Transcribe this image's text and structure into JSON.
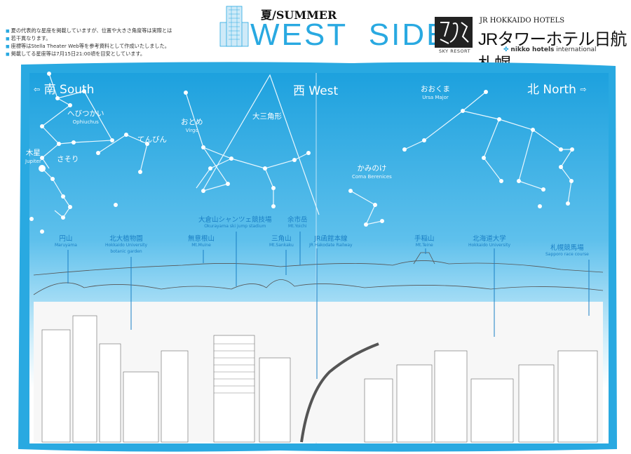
{
  "header": {
    "notes": [
      "夏の代表的な星座を掲載していますが、位置や大きさ角度等は実際とは",
      "若干異なります。",
      "座標等はStella Theater Web等を参考資料として作成いたしました。",
      "掲載してる星座等は7月15日21:00頃を目安としています。"
    ],
    "season": "夏/SUMMER",
    "title": "WEST  SIDE",
    "logo_caption": "SKY RESORT",
    "hotel_small": "JR HOKKAIDO HOTELS",
    "hotel_name": "JRタワーホテル日航札幌",
    "nikko_brand": "nikko hotels",
    "nikko_suffix": " international",
    "colors": {
      "accent": "#29a9e1",
      "landmark": "#1a7fc4"
    }
  },
  "directions": {
    "south": "南 South",
    "west": "西 West",
    "north": "北 North",
    "south_arrow": "⇦",
    "north_arrow": "⇨"
  },
  "constellations": [
    {
      "ja": "へびつかい",
      "en": "Ophiuchus"
    },
    {
      "ja": "てんびん",
      "en": ""
    },
    {
      "ja": "おとめ",
      "en": "Virgo"
    },
    {
      "ja": "大三角形",
      "en": ""
    },
    {
      "ja": "かみのけ",
      "en": "Coma Berenices"
    },
    {
      "ja": "おおくま",
      "en": "Ursa Major"
    },
    {
      "ja": "木星",
      "en": "Jupiter"
    },
    {
      "ja": "さそり",
      "en": ""
    }
  ],
  "landmarks": [
    {
      "ja": "円山",
      "en": "Maruyama",
      "en2": ""
    },
    {
      "ja": "北大植物園",
      "en": "Hokkaido University",
      "en2": "botanic garden"
    },
    {
      "ja": "無意根山",
      "en": "Mt.Muine",
      "en2": ""
    },
    {
      "ja": "大倉山シャンツェ競技場",
      "en": "Okurayama ski jump stadium",
      "en2": ""
    },
    {
      "ja": "余市岳",
      "en": "Mt.Yoichi",
      "en2": ""
    },
    {
      "ja": "三角山",
      "en": "Mt.Sankaku",
      "en2": ""
    },
    {
      "ja": "JR函館本線",
      "en": "JR Hakodate Railway",
      "en2": ""
    },
    {
      "ja": "手稲山",
      "en": "Mt.Teine",
      "en2": ""
    },
    {
      "ja": "北海道大学",
      "en": "Hokkaido University",
      "en2": ""
    },
    {
      "ja": "札幌競馬場",
      "en": "Sapporo race course",
      "en2": ""
    }
  ]
}
